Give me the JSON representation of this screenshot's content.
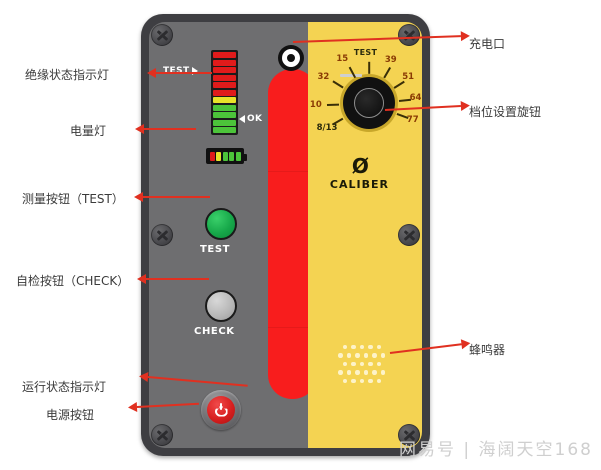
{
  "device": {
    "led_bar": {
      "test_marker": "TEST",
      "ok_marker": "OK",
      "segments": [
        {
          "color": "#e01b1b"
        },
        {
          "color": "#e01b1b"
        },
        {
          "color": "#e01b1b"
        },
        {
          "color": "#e01b1b"
        },
        {
          "color": "#e01b1b"
        },
        {
          "color": "#e01b1b"
        },
        {
          "color": "#e8e32a"
        },
        {
          "color": "#4cc43a"
        },
        {
          "color": "#4cc43a"
        },
        {
          "color": "#4cc43a"
        },
        {
          "color": "#4cc43a"
        }
      ]
    },
    "battery": {
      "cells": [
        "#e01b1b",
        "#e8e32a",
        "#4cc43a",
        "#4cc43a",
        "#4cc43a"
      ]
    },
    "buttons": {
      "test_label": "TEST",
      "check_label": "CHECK"
    },
    "dial": {
      "test_label": "TEST",
      "symbol": "Ø",
      "caption": "CALIBER",
      "marks": [
        {
          "value": "TEST",
          "angle": -90
        },
        {
          "value": "39",
          "angle": -60
        },
        {
          "value": "51",
          "angle": -32
        },
        {
          "value": "64",
          "angle": -6
        },
        {
          "value": "77",
          "angle": 20
        },
        {
          "value": "8/13",
          "angle": 150
        },
        {
          "value": "10",
          "angle": 178
        },
        {
          "value": "32",
          "angle": -148
        },
        {
          "value": "15",
          "angle": -118
        }
      ]
    },
    "colors": {
      "body": "#3e3e42",
      "gray_panel": "#6e6e70",
      "yellow_panel": "#f4d352",
      "red_strip": "#f81d1d",
      "accent_red": "#e03020",
      "power_red": "#d81f1f",
      "test_green": "#17a84a"
    }
  },
  "annotations": {
    "left": [
      {
        "id": "insulation-indicator",
        "text": "绝缘状态指示灯"
      },
      {
        "id": "battery-light",
        "text": "电量灯"
      },
      {
        "id": "test-button",
        "text": "测量按钮（TEST）"
      },
      {
        "id": "check-button",
        "text": "自检按钮（CHECK）"
      },
      {
        "id": "run-status-indicator",
        "text": "运行状态指示灯"
      },
      {
        "id": "power-button",
        "text": "电源按钮"
      }
    ],
    "right": [
      {
        "id": "charging-port",
        "text": "充电口"
      },
      {
        "id": "gear-knob",
        "text": "档位设置旋钮"
      },
      {
        "id": "buzzer",
        "text": "蜂鸣器"
      }
    ]
  },
  "watermark": {
    "text": "网易号 | 海阔天空168"
  }
}
